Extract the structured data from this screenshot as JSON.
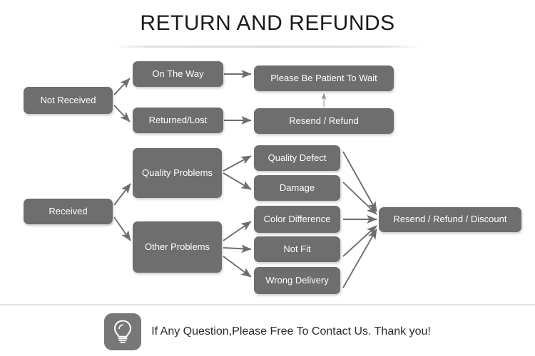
{
  "page": {
    "title": "RETURN AND REFUNDS",
    "background_color": "#ffffff",
    "node_color": "#6e6e6e",
    "node_text_color": "#ffffff",
    "arrow_color": "#6e6e6e",
    "divider_color": "#e2e2e2"
  },
  "flow": {
    "nodes": [
      {
        "id": "not-received",
        "label": "Not Received"
      },
      {
        "id": "on-the-way",
        "label": "On The Way"
      },
      {
        "id": "returned-lost",
        "label": "Returned/Lost"
      },
      {
        "id": "please-be-patient",
        "label": "Please Be Patient To Wait"
      },
      {
        "id": "resend-refund",
        "label": "Resend / Refund"
      },
      {
        "id": "received",
        "label": "Received"
      },
      {
        "id": "quality-problems",
        "label": "Quality Problems"
      },
      {
        "id": "other-problems",
        "label": "Other Problems"
      },
      {
        "id": "quality-defect",
        "label": "Quality Defect"
      },
      {
        "id": "damage",
        "label": "Damage"
      },
      {
        "id": "color-difference",
        "label": "Color Difference"
      },
      {
        "id": "not-fit",
        "label": "Not Fit"
      },
      {
        "id": "wrong-delivery",
        "label": "Wrong Delivery"
      },
      {
        "id": "resend-refund-discount",
        "label": "Resend / Refund / Discount"
      }
    ]
  },
  "footer": {
    "icon": "lightbulb-icon",
    "message": "If Any Question,Please Free To Contact Us. Thank you!"
  }
}
